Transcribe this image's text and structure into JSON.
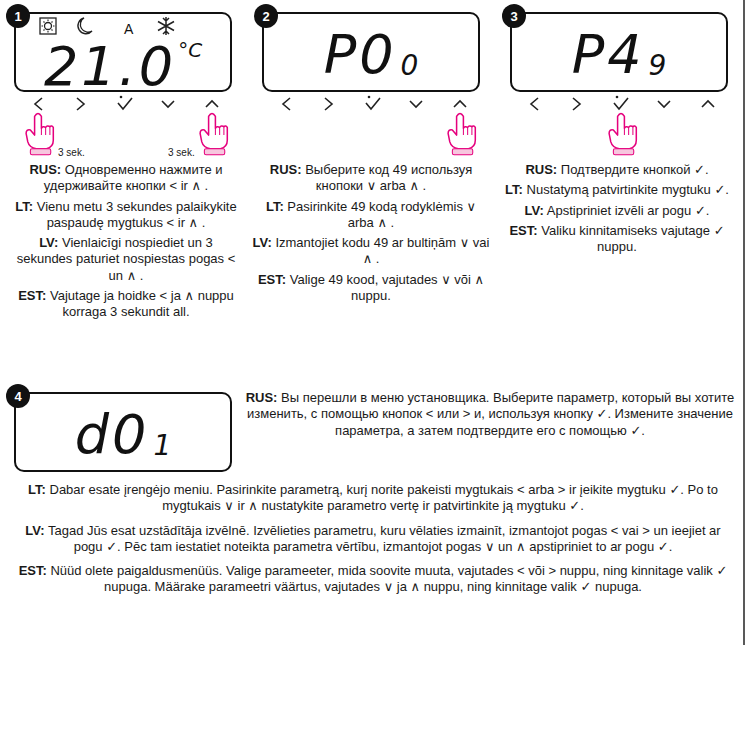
{
  "diagram": {
    "nodes": [
      {
        "text": [
          "1"
        ]
      },
      {
        "text": [
          "A",
          "21.0",
          "°C"
        ]
      },
      {
        "text": [
          "2"
        ]
      },
      {
        "text": [
          "P0",
          "0"
        ]
      },
      {
        "text": [
          "3"
        ]
      },
      {
        "text": [
          "P4",
          "9"
        ]
      },
      {
        "text": [
          "4"
        ]
      },
      {
        "text": [
          "d0",
          "1"
        ]
      }
    ],
    "labels": [
      "3 sek.",
      "3 sek.",
      "RUS: Одновременно нажмите и удерживайте кнопки < ir ∧ .",
      "LT: Vienu metu 3 sekundes palaikykite paspaudę mygtukus < ir ∧ .",
      "LV: Vienlaicīgi nospiediet un 3 sekundes paturiet nospiestas pogas < un ∧ .",
      "EST: Vajutage ja hoidke < ja ∧ nuppu korraga 3 sekundit all.",
      "RUS: Выберите код 49 используя кнопоки ∨ arba ∧ .",
      "LT: Pasirinkite 49 kodą rodyklėmis ∨ arba ∧ .",
      "LV: Izmantojiet kodu 49 ar bultiņām ∨ vai ∧ .",
      "EST: Valige 49 kood, vajutades ∨ või ∧ nuppu.",
      "RUS: Подтвердите кнопкой ✓.",
      "LT: Nustatymą patvirtinkite mygtuku ✓.",
      "LV: Apstipriniet izvēli ar pogu ✓.",
      "EST: Valiku kinnitamiseks vajutage ✓ nuppu.",
      "RUS: Вы перешли в меню установщика. Выберите параметр, который вы хотите изменить, с помощью кнопок < или > и, используя кнопку ✓. Измените значение параметра, а затем подтвердите его с помощью ✓.",
      "LT: Dabar esate įrengėjo meniu. Pasirinkite parametrą, kurį norite pakeisti mygtukais < arba > ir įeikite mygtuku ✓. Po to mygtukais ∨ ir ∧ nustatykite parametro vertę ir patvirtinkite ją mygtuku ✓.",
      "LV: Tagad Jūs esat uzstādītāja izvēlnē. Izvēlieties parametru, kuru vēlaties izmainīt, izmantojot pogas < vai > un ieejiet ar pogu ✓. Pēc tam iestatiet noteikta parametra vērtību, izmantojot pogas ∨ un ∧ apstipriniet to ar pogu ✓.",
      "EST: Nüüd olete paigaldusmenüüs. Valige parameeter, mida soovite muuta, vajutades < või > nuppu, ning kinnitage valik ✓ nupuga. Määrake parameetri väärtus, vajutades ∨ ja ∧ nuppu, ning kinnitage valik ✓ nupuga."
    ]
  }
}
